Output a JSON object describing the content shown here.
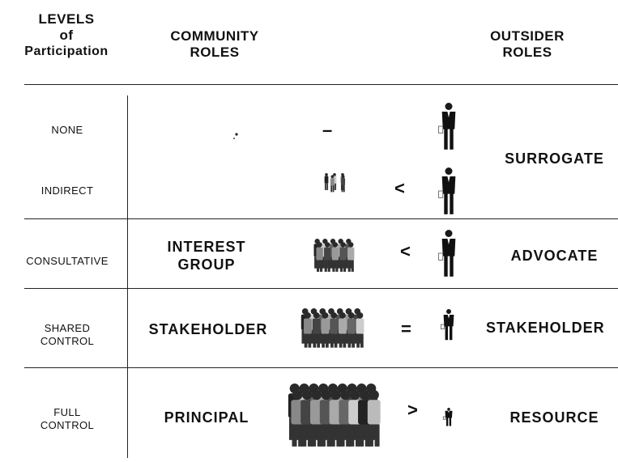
{
  "headers": {
    "levels": [
      "LEVELS",
      "of",
      "Participation"
    ],
    "community": [
      "COMMUNITY",
      "ROLES"
    ],
    "outsider": [
      "OUTSIDER",
      "ROLES"
    ]
  },
  "rows": [
    {
      "level": [
        "NONE"
      ],
      "community": "",
      "relation": "–",
      "group_size": 0,
      "outsider_scale": 1.0
    },
    {
      "level": [
        "INDIRECT"
      ],
      "community": "",
      "relation": "<",
      "group_size": 5,
      "outsider_scale": 1.0
    },
    {
      "level": [
        "CONSULTATIVE"
      ],
      "community": [
        "INTEREST",
        "GROUP"
      ],
      "relation": "<",
      "group_size": 10,
      "outsider_scale": 1.0
    },
    {
      "level": [
        "SHARED",
        "CONTROL"
      ],
      "community": [
        "STAKEHOLDER"
      ],
      "relation": "=",
      "group_size": 14,
      "outsider_scale": 0.6
    },
    {
      "level": [
        "FULL",
        "CONTROL"
      ],
      "community": [
        "PRINCIPAL"
      ],
      "relation": ">",
      "group_size": 18,
      "outsider_scale": 0.35
    }
  ],
  "outsider_roles": {
    "surrogate": "SURROGATE",
    "advocate": "ADVOCATE",
    "stakeholder": "STAKEHOLDER",
    "resource": "RESOURCE"
  }
}
